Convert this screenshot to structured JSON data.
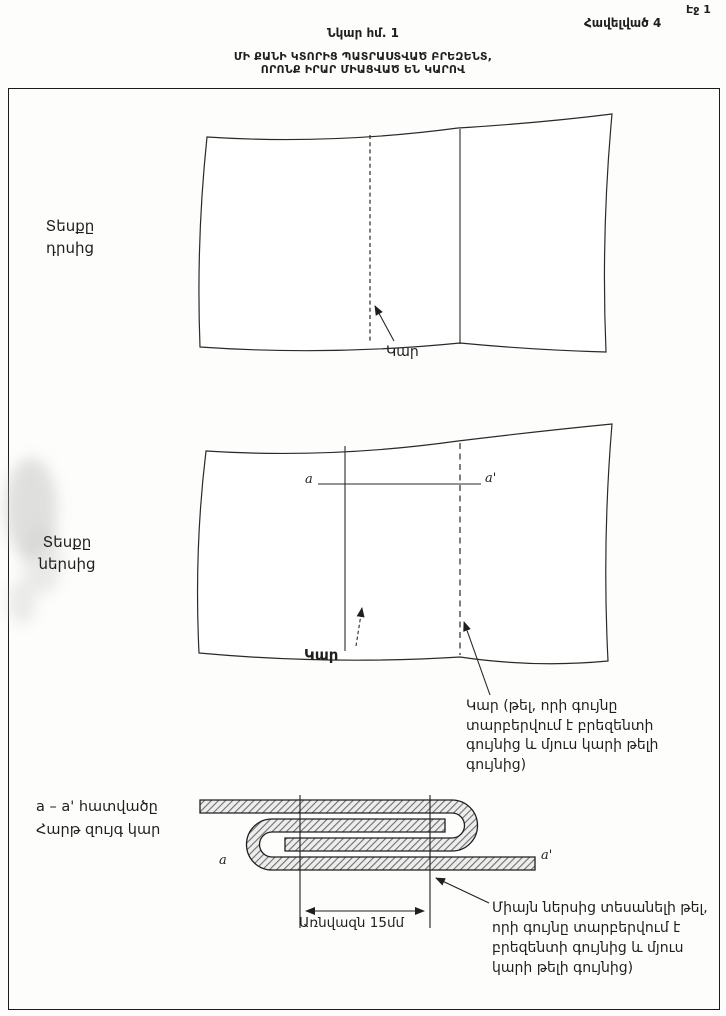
{
  "meta": {
    "page_number": "Էջ 1",
    "appendix": "Հավելված 4",
    "figure_label": "Նկար հմ. 1",
    "title_lines": [
      "ՄԻ ՔԱՆԻ ԿՏՈՐԻՑ ՊԱՏՐԱՍՏՎԱԾ ԲՐԵԶԵՆՏ,",
      "ՈՐՈՆՔ ԻՐԱՐ ՄԻԱՑՎԱԾ ԵՆ ԿԱՐՈՎ"
    ]
  },
  "outside_view": {
    "label_lines": [
      "Տեսքը",
      "դրսից"
    ],
    "seam_label": "Կար"
  },
  "inside_view": {
    "label_lines": [
      "Տեսքը",
      "ներսից"
    ],
    "seam_label": "Կար",
    "point_a": "a",
    "point_a2": "a'",
    "note_lines": [
      "Կար (թել, որի գույնը",
      "տարբերվում է բրեզենտի",
      "գույնից և մյուս կարի թելի",
      "գույնից)"
    ]
  },
  "section_view": {
    "label_lines": [
      "a – a' հատվածը",
      "Հարթ զույգ կար"
    ],
    "point_a": "a",
    "point_a2": "a'",
    "dimension_label": "Առնվազն 15մմ",
    "note_lines": [
      "Միայն ներսից տեսանելի թել,",
      "որի գույնը տարբերվում է",
      "բրեզենտի գույնից և մյուս",
      "կարի թելի գույնից)"
    ]
  },
  "colors": {
    "ink": "#1f1f1f",
    "paper": "#fdfdfb",
    "frame_border": "#1b1b1b",
    "hatch_line": "#6f6f6f",
    "hatch_bg": "#ededed",
    "smudge": "#c2c2c2"
  }
}
